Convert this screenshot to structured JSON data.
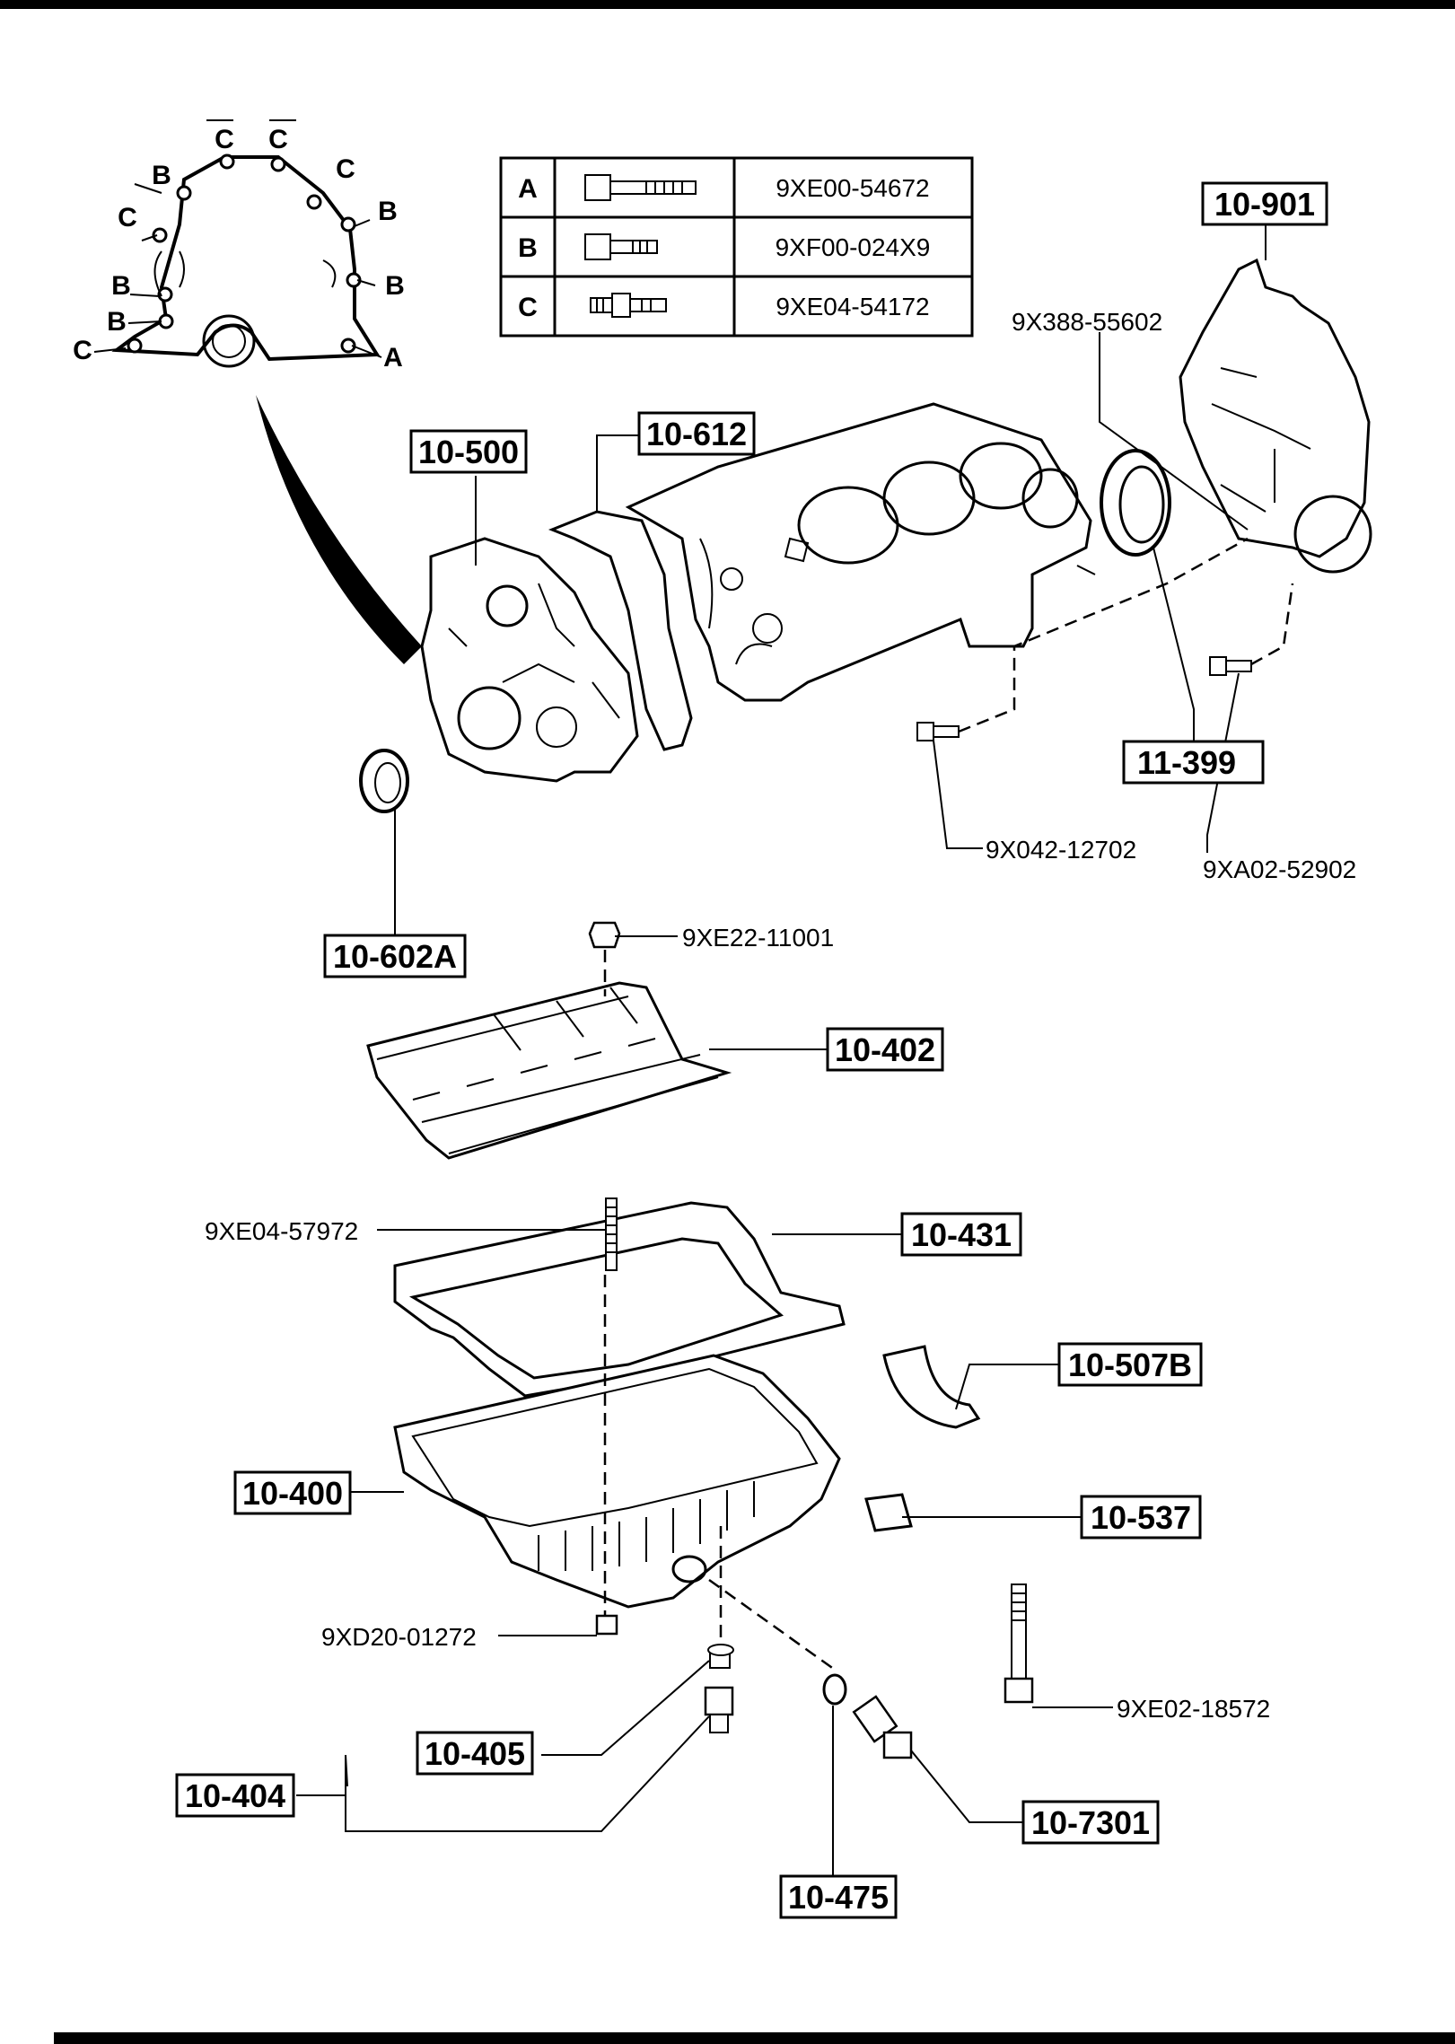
{
  "bolt_table": [
    {
      "key": "A",
      "part": "9XE00-54672",
      "icon": "long-bolt-icon"
    },
    {
      "key": "B",
      "part": "9XF00-024X9",
      "icon": "short-bolt-icon"
    },
    {
      "key": "C",
      "part": "9XE04-54172",
      "icon": "stud-bolt-icon"
    }
  ],
  "inset_letters": {
    "c1": "C",
    "c2": "C",
    "c3": "C",
    "c4": "C",
    "b1": "B",
    "b2": "B",
    "b3": "B",
    "b4": "B",
    "b5": "B",
    "a1": "A"
  },
  "boxed_labels": {
    "l10901": "10-901",
    "l10500": "10-500",
    "l10612": "10-612",
    "l11399": "11-399",
    "l10602A": "10-602A",
    "l10402": "10-402",
    "l10431": "10-431",
    "l10507B": "10-507B",
    "l10400": "10-400",
    "l10537": "10-537",
    "l10405": "10-405",
    "l10404": "10-404",
    "l107301": "10-7301",
    "l10475": "10-475"
  },
  "callouts": {
    "c9X388": "9X388-55602",
    "c9X042": "9X042-12702",
    "c9XA02": "9XA02-52902",
    "c9XE22": "9XE22-11001",
    "c9XE04": "9XE04-57972",
    "c9XD20": "9XD20-01272",
    "c9XE02": "9XE02-18572"
  }
}
